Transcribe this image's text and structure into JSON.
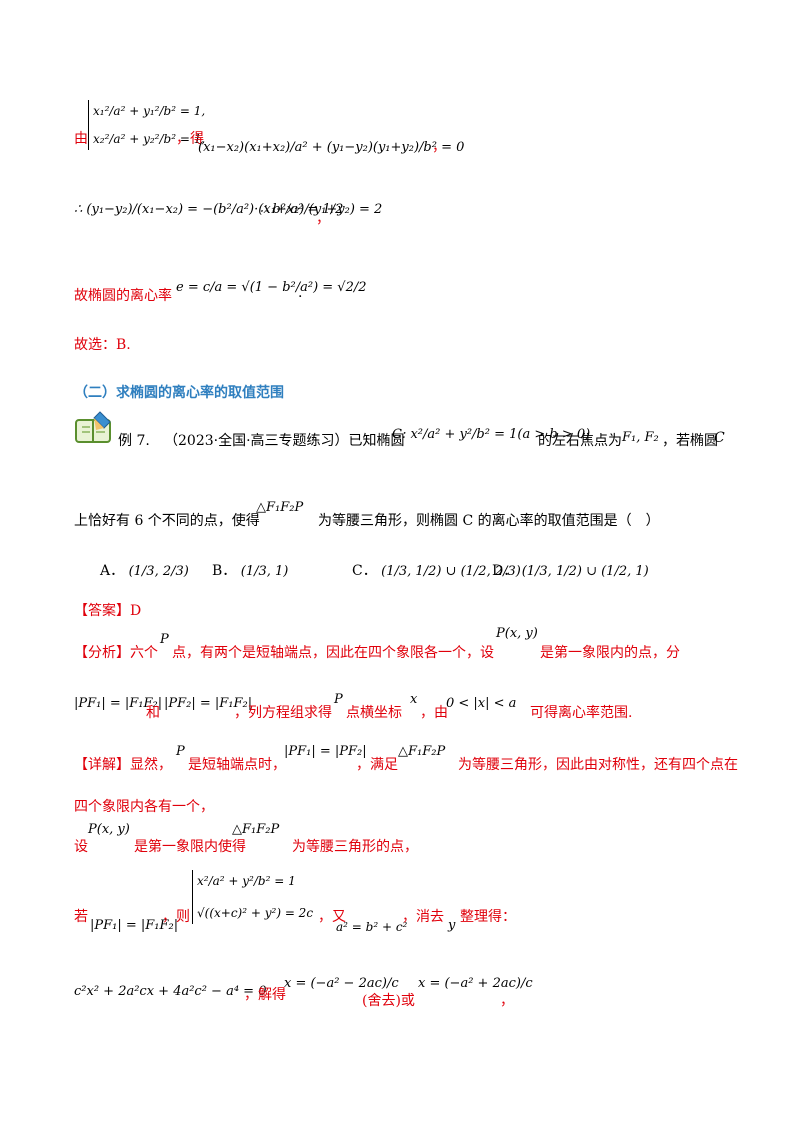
{
  "solution": {
    "you_prefix": "由",
    "sys1_line1": "x₁²/a² + y₁²/b² = 1,",
    "sys1_line2": "x₂²/a² + y₂²/b² = 1,",
    "de": "，得",
    "eq1": "(x₁−x₂)(x₁+x₂)/a² + (y₁−y₂)(y₁+y₂)/b² = 0",
    "comma1": "，",
    "eq2_left": "∴ (y₁−y₂)/(x₁−x₂) = −(b²/a²)·(x₁+x₂)/(y₁+y₂) = 2",
    "eq2_right": "∴ b²/a² = 1/2",
    "comma2": "，",
    "ecc_text": "故椭圆的离心率",
    "ecc_formula": "e = c/a = √(1 − b²/a²) = √2/2",
    "period": ".",
    "answer_choice": "故选：B."
  },
  "section": {
    "heading": "（二）求椭圆的离心率的取值范围"
  },
  "example": {
    "label": "例 7.",
    "source": "（2023·全国·高三专题练习）已知椭圆",
    "ellipse": "C: x²/a² + y²/b² = 1(a > b > 0)",
    "text1": "的左右焦点为",
    "foci": "F₁, F₂",
    "text2": "，若椭圆",
    "c_letter": "C",
    "line2_a": "上恰好有 6 个不同的点，使得",
    "tri": "△F₁F₂P",
    "line2_b": "为等腰三角形，则椭圆 C 的离心率的取值范围是（　）",
    "options": [
      {
        "label": "A．",
        "value": "(1/3, 2/3)"
      },
      {
        "label": "B．",
        "value": "(1/3, 1)"
      },
      {
        "label": "C．",
        "value": "(1/3, 1/2) ∪ (1/2, 2/3)"
      },
      {
        "label": "D．",
        "value": "(1/3, 1/2) ∪ (1/2, 1)"
      }
    ]
  },
  "answer": {
    "tag": "【答案】",
    "value": "D"
  },
  "analysis": {
    "tag": "【分析】",
    "l1_a": "六个",
    "p": "P",
    "l1_b": "点，有两个是短轴端点，因此在四个象限各一个，设",
    "pxy": "P(x, y)",
    "l1_c": "是第一象限内的点，分",
    "cond1": "|PF₁| = |F₁F₂|",
    "he": "和",
    "cond2": "|PF₂| = |F₁F₂|",
    "l2_a": "，列方程组求得",
    "l2_b": "点横坐标",
    "x": "x",
    "l2_c": "，由",
    "range": "0 < |x| < a",
    "l2_d": "可得离心率范围."
  },
  "detail": {
    "tag": "【详解】",
    "l1_a": "显然，",
    "p": "P",
    "l1_b": "是短轴端点时，",
    "eqpf": "|PF₁| = |PF₂|",
    "l1_c": "，满足",
    "tri": "△F₁F₂P",
    "l1_d": "为等腰三角形，因此由对称性，还有四个点在",
    "l2": "四个象限内各有一个，",
    "l3_a": "设",
    "pxy": "P(x, y)",
    "l3_b": "是第一象限内使得",
    "tri2": "△F₁F₂P",
    "l3_c": "为等腰三角形的点，",
    "l4_ruo": "若",
    "l4_cond": "|PF₁| = |F₁F₂|",
    "l4_ze": "，则",
    "sys_l1": "x²/a² + y²/b² = 1",
    "sys_l2": "√((x+c)² + y²) = 2c",
    "l4_you": "，又",
    "abc": "a² = b² + c²",
    "l4_xiaoqu": "，消去",
    "y": "y",
    "l4_zhengli": "整理得：",
    "l5_eq": "c²x² + 2a²cx + 4a²c² − a⁴ = 0",
    "l5_jie": "，解得",
    "sol1": "x = (−a² − 2ac)/c",
    "sheqv": "(舍去)或",
    "sol2": "x = (−a² + 2ac)/c",
    "l5_end": "，"
  },
  "colors": {
    "red": "#e0000b",
    "blue": "#2f7fbf",
    "black": "#000000"
  },
  "icons": {
    "book": "book-pencil-icon"
  }
}
